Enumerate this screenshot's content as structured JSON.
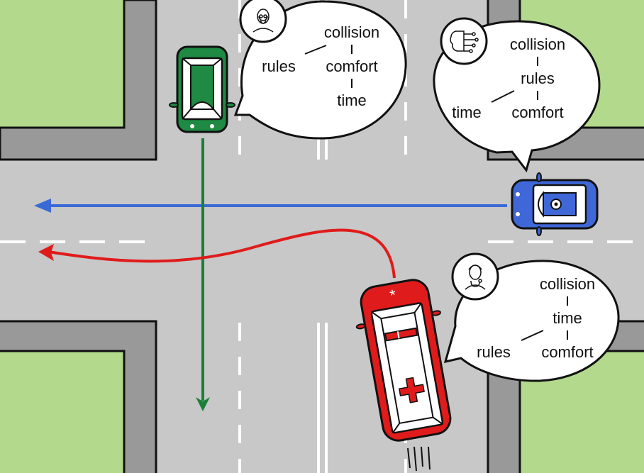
{
  "colors": {
    "grass": "#b3d98c",
    "sidewalk": "#999999",
    "road": "#c8c8c8",
    "lane_marking": "#ffffff",
    "green_car": "#1e8a43",
    "blue_car": "#3f67d8",
    "ambulance": "#e01b1b",
    "green_path": "#1a7f37",
    "blue_path": "#3a6ad6",
    "red_path": "#e01b1b"
  },
  "agents": [
    {
      "id": "elderly",
      "vehicle": "green-car",
      "avatar_icon": "elderly-person-icon",
      "path": "straight-down",
      "priorities": {
        "top": "collision",
        "middle": "comfort",
        "bottom": "time",
        "left": "rules"
      }
    },
    {
      "id": "ai",
      "vehicle": "blue-car",
      "avatar_icon": "ai-brain-icon",
      "path": "straight-left",
      "priorities": {
        "top": "collision",
        "middle": "rules",
        "bottom": "comfort",
        "left": "time"
      }
    },
    {
      "id": "medic",
      "vehicle": "ambulance",
      "avatar_icon": "doctor-icon",
      "path": "turn-left",
      "priorities": {
        "top": "collision",
        "middle": "time",
        "bottom": "comfort",
        "left": "rules"
      }
    }
  ]
}
